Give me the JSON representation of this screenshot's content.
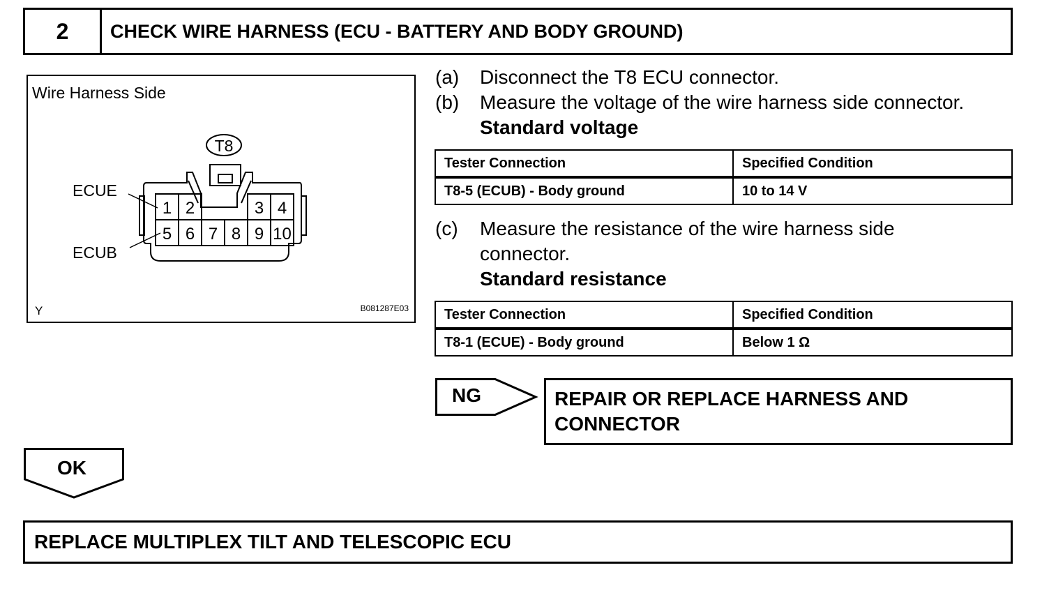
{
  "header": {
    "step_number": "2",
    "title": "CHECK WIRE HARNESS (ECU - BATTERY AND BODY GROUND)"
  },
  "figure": {
    "title": "Wire Harness Side",
    "connector_label": "T8",
    "callouts": {
      "ecue": "ECUE",
      "ecub": "ECUB"
    },
    "pins_top": [
      "1",
      "2",
      "3",
      "4"
    ],
    "pins_bottom": [
      "5",
      "6",
      "7",
      "8",
      "9",
      "10"
    ],
    "corner_mark": "Y",
    "figure_code": "B081287E03"
  },
  "steps": {
    "a": {
      "letter": "(a)",
      "text": "Disconnect the T8 ECU connector."
    },
    "b": {
      "letter": "(b)",
      "text": "Measure the voltage of the wire harness side connector.",
      "standard": "Standard voltage"
    },
    "c": {
      "letter": "(c)",
      "text_line1": "Measure the resistance of the wire harness side",
      "text_line2": "connector.",
      "standard": "Standard resistance"
    }
  },
  "voltage_table": {
    "headers": [
      "Tester Connection",
      "Specified Condition"
    ],
    "rows": [
      [
        "T8-5 (ECUB) - Body ground",
        "10 to 14 V"
      ]
    ]
  },
  "resistance_table": {
    "headers": [
      "Tester Connection",
      "Specified Condition"
    ],
    "rows": [
      [
        "T8-1 (ECUE) - Body ground",
        "Below 1 Ω"
      ]
    ]
  },
  "ng": {
    "label": "NG",
    "result_line1": "REPAIR OR REPLACE HARNESS AND",
    "result_line2": "CONNECTOR"
  },
  "ok": {
    "label": "OK"
  },
  "final": {
    "text": "REPLACE MULTIPLEX TILT AND TELESCOPIC ECU"
  }
}
